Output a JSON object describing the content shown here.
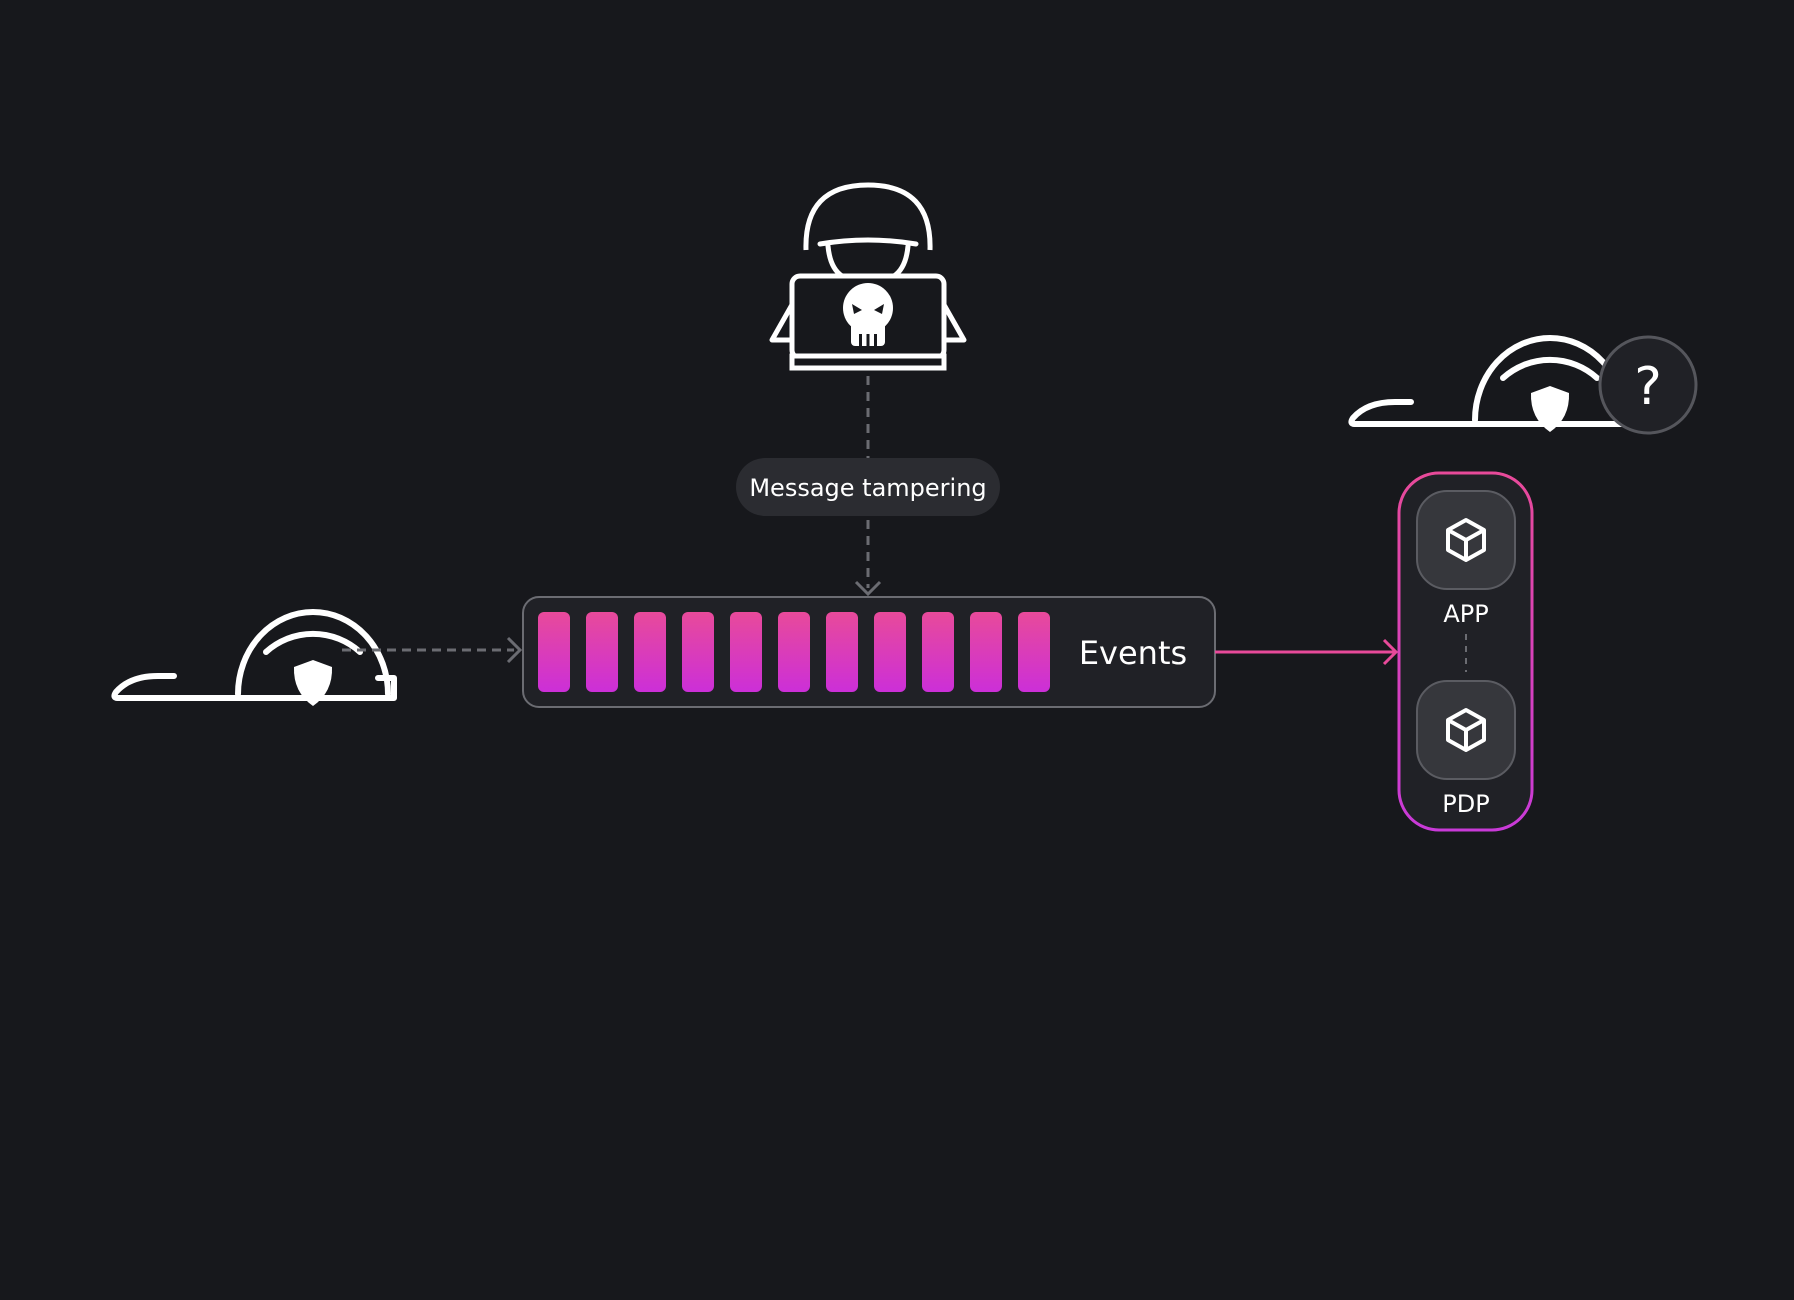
{
  "diagram": {
    "tamper_label": "Message tampering",
    "stream_label": "Events",
    "stream_bar_count": 11,
    "app_label": "APP",
    "pdp_label": "PDP",
    "question_mark": "?"
  },
  "icons": {
    "attacker": "hooded-hacker-laptop-icon",
    "producer": "hard-hat-shield-icon",
    "consumer": "hard-hat-shield-icon",
    "unknown": "question-mark-icon",
    "app": "cube-icon",
    "pdp": "cube-icon"
  },
  "colors": {
    "background": "#17181c",
    "accent_magenta": "#d13ad6",
    "accent_pink": "#e84a9a",
    "panel": "#202126",
    "outline_gray": "#6b6c72"
  }
}
